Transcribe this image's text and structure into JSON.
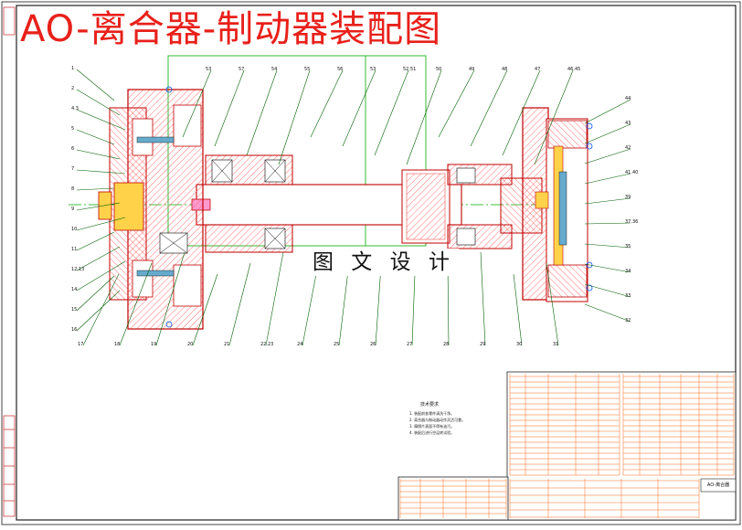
{
  "drawing": {
    "title": "AO-离合器-制动器装配图",
    "watermark": "图 文 设 计",
    "title_block_name": "AO-离合器",
    "notes_title": "技术要求",
    "notes": [
      "1. 装配前各零件清洗干净。",
      "2. 离合器与制动器动作灵活可靠。",
      "3. 摩擦片表面不得有油污。",
      "4. 装配后进行空运转试验。"
    ],
    "colors": {
      "title": "#e8201a",
      "outline": "#c00000",
      "hatch": "#ff5050",
      "centerline": "#00aa00",
      "leader": "#006000",
      "table": "#ff6a1a",
      "fill": "#ffd24a"
    },
    "labels_left": [
      "1",
      "2",
      "4.3",
      "5",
      "6",
      "7",
      "8",
      "9",
      "10",
      "11",
      "12.13",
      "14",
      "15",
      "16"
    ],
    "labels_top": [
      "53",
      "57",
      "54",
      "55",
      "56",
      "53",
      "52.51",
      "50",
      "49",
      "48",
      "47",
      "46.45"
    ],
    "labels_right": [
      "44",
      "43",
      "42",
      "41.40",
      "39",
      "37.36",
      "35",
      "34",
      "33",
      "32"
    ],
    "labels_bottom": [
      "17",
      "18",
      "19",
      "20",
      "21",
      "22.23",
      "24",
      "25",
      "26",
      "27",
      "28",
      "29",
      "30",
      "31"
    ]
  }
}
